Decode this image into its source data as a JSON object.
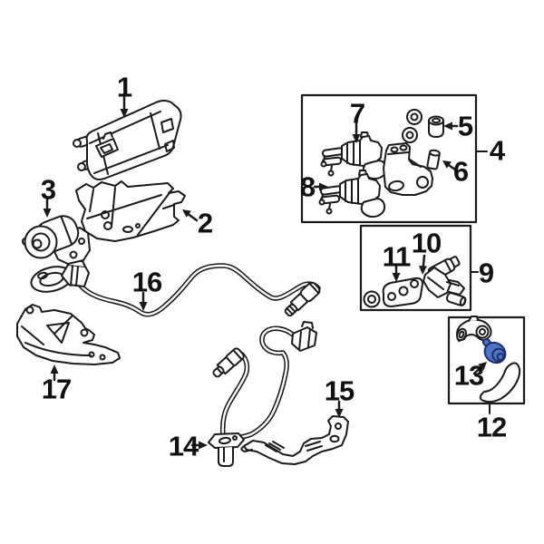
{
  "diagram": {
    "background": "#ffffff",
    "line_color": "#1a1a1a",
    "highlight_fill": "#4f73c4",
    "highlight_stroke": "#1d2e6d",
    "part_labels": [
      "1",
      "2",
      "3",
      "4",
      "5",
      "6",
      "7",
      "8",
      "9",
      "10",
      "11",
      "12",
      "13",
      "14",
      "15",
      "16",
      "17"
    ]
  }
}
